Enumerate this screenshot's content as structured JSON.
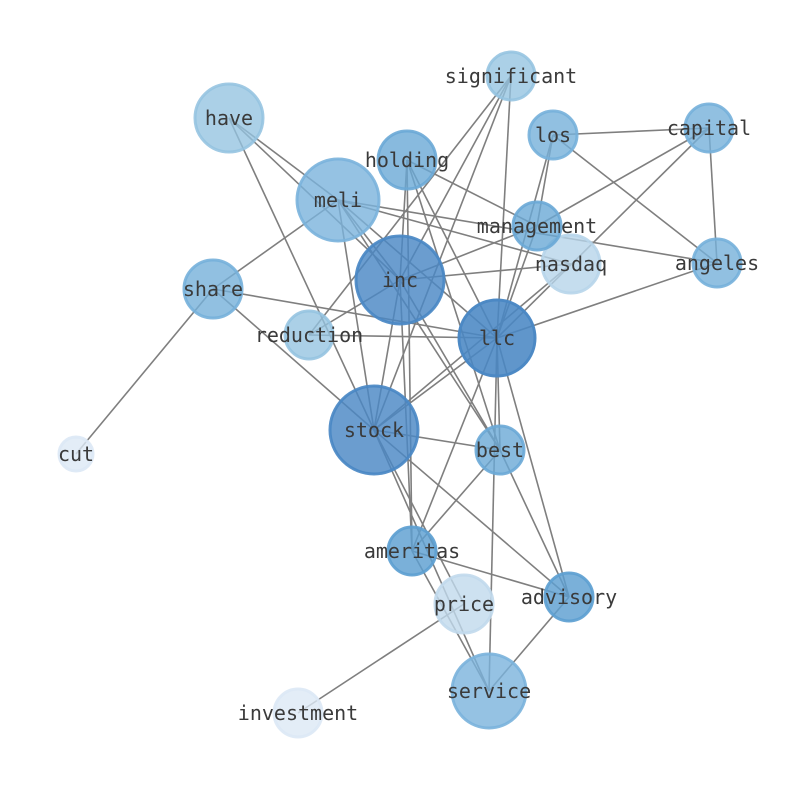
{
  "graph": {
    "type": "network",
    "nodes": [
      {
        "id": "inc",
        "label": "inc",
        "color": "#4a88c4",
        "fill_opacity": 0.82,
        "weight": 44
      },
      {
        "id": "llc",
        "label": "llc",
        "color": "#4a88c4",
        "fill_opacity": 0.88,
        "weight": 38
      },
      {
        "id": "stock",
        "label": "stock",
        "color": "#4a88c4",
        "fill_opacity": 0.82,
        "weight": 44
      },
      {
        "id": "meli",
        "label": "meli",
        "color": "#7ab3dc",
        "fill_opacity": 0.8,
        "weight": 41
      },
      {
        "id": "service",
        "label": "service",
        "color": "#7ab3dc",
        "fill_opacity": 0.8,
        "weight": 37
      },
      {
        "id": "have",
        "label": "have",
        "color": "#94c3e0",
        "fill_opacity": 0.78,
        "weight": 34
      },
      {
        "id": "holding",
        "label": "holding",
        "color": "#6aa9d6",
        "fill_opacity": 0.8,
        "weight": 29
      },
      {
        "id": "share",
        "label": "share",
        "color": "#75b0da",
        "fill_opacity": 0.8,
        "weight": 29
      },
      {
        "id": "nasdaq",
        "label": "nasdaq",
        "color": "#b7d5ea",
        "fill_opacity": 0.8,
        "weight": 29
      },
      {
        "id": "price",
        "label": "price",
        "color": "#c1d9ec",
        "fill_opacity": 0.8,
        "weight": 29
      },
      {
        "id": "management",
        "label": "management",
        "color": "#6aa9d6",
        "fill_opacity": 0.8,
        "weight": 24
      },
      {
        "id": "best",
        "label": "best",
        "color": "#6aa9d6",
        "fill_opacity": 0.8,
        "weight": 24
      },
      {
        "id": "ameritas",
        "label": "ameritas",
        "color": "#5d9fd1",
        "fill_opacity": 0.82,
        "weight": 24
      },
      {
        "id": "advisory",
        "label": "advisory",
        "color": "#5d9fd1",
        "fill_opacity": 0.82,
        "weight": 24
      },
      {
        "id": "capital",
        "label": "capital",
        "color": "#75b0da",
        "fill_opacity": 0.8,
        "weight": 24
      },
      {
        "id": "angeles",
        "label": "angeles",
        "color": "#75b0da",
        "fill_opacity": 0.8,
        "weight": 24
      },
      {
        "id": "los",
        "label": "los",
        "color": "#75b0da",
        "fill_opacity": 0.8,
        "weight": 24
      },
      {
        "id": "significant",
        "label": "significant",
        "color": "#94c3e0",
        "fill_opacity": 0.78,
        "weight": 24
      },
      {
        "id": "reduction",
        "label": "reduction",
        "color": "#94c3e0",
        "fill_opacity": 0.78,
        "weight": 24
      },
      {
        "id": "investment",
        "label": "investment",
        "color": "#dce8f5",
        "fill_opacity": 0.8,
        "weight": 24
      },
      {
        "id": "cut",
        "label": "cut",
        "color": "#dce8f5",
        "fill_opacity": 0.8,
        "weight": 17
      }
    ],
    "edges": [
      [
        "have",
        "meli"
      ],
      [
        "have",
        "inc"
      ],
      [
        "have",
        "stock"
      ],
      [
        "holding",
        "inc"
      ],
      [
        "holding",
        "llc"
      ],
      [
        "holding",
        "best"
      ],
      [
        "holding",
        "management"
      ],
      [
        "holding",
        "ameritas"
      ],
      [
        "meli",
        "stock"
      ],
      [
        "meli",
        "inc"
      ],
      [
        "meli",
        "llc"
      ],
      [
        "meli",
        "angeles"
      ],
      [
        "meli",
        "share"
      ],
      [
        "meli",
        "best"
      ],
      [
        "meli",
        "nasdaq"
      ],
      [
        "significant",
        "inc"
      ],
      [
        "significant",
        "stock"
      ],
      [
        "significant",
        "llc"
      ],
      [
        "los",
        "capital"
      ],
      [
        "los",
        "angeles"
      ],
      [
        "los",
        "llc"
      ],
      [
        "los",
        "management"
      ],
      [
        "capital",
        "angeles"
      ],
      [
        "capital",
        "management"
      ],
      [
        "capital",
        "llc"
      ],
      [
        "management",
        "inc"
      ],
      [
        "management",
        "llc"
      ],
      [
        "nasdaq",
        "inc"
      ],
      [
        "nasdaq",
        "stock"
      ],
      [
        "angeles",
        "llc"
      ],
      [
        "inc",
        "stock"
      ],
      [
        "inc",
        "reduction"
      ],
      [
        "inc",
        "ameritas"
      ],
      [
        "inc",
        "best"
      ],
      [
        "share",
        "llc"
      ],
      [
        "share",
        "stock"
      ],
      [
        "share",
        "cut"
      ],
      [
        "reduction",
        "llc"
      ],
      [
        "reduction",
        "significant"
      ],
      [
        "llc",
        "stock"
      ],
      [
        "llc",
        "best"
      ],
      [
        "llc",
        "ameritas"
      ],
      [
        "llc",
        "advisory"
      ],
      [
        "llc",
        "service"
      ],
      [
        "stock",
        "best"
      ],
      [
        "stock",
        "advisory"
      ],
      [
        "stock",
        "service"
      ],
      [
        "stock",
        "price"
      ],
      [
        "best",
        "ameritas"
      ],
      [
        "best",
        "advisory"
      ],
      [
        "ameritas",
        "advisory"
      ],
      [
        "ameritas",
        "service"
      ],
      [
        "price",
        "investment"
      ],
      [
        "advisory",
        "service"
      ]
    ]
  }
}
